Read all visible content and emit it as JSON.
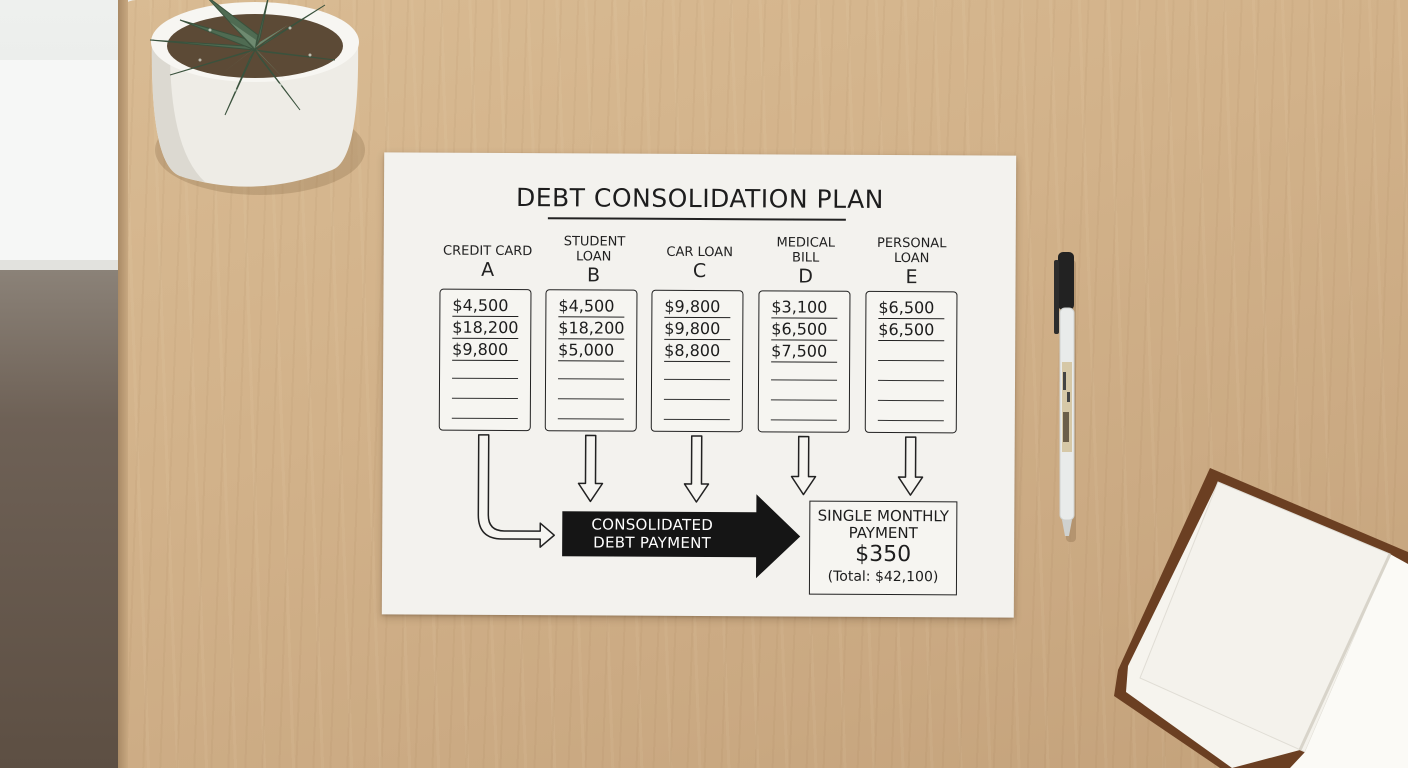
{
  "title": "DEBT CONSOLIDATION PLAN",
  "debts": [
    {
      "name": "CREDIT CARD",
      "letter": "A",
      "amounts": [
        "$4,500",
        "$18,200",
        "$9,800"
      ]
    },
    {
      "name": "STUDENT LOAN",
      "letter": "B",
      "amounts": [
        "$4,500",
        "$18,200",
        "$5,000"
      ]
    },
    {
      "name": "CAR LOAN",
      "letter": "C",
      "amounts": [
        "$9,800",
        "$9,800",
        "$8,800"
      ]
    },
    {
      "name": "MEDICAL BILL",
      "letter": "D",
      "amounts": [
        "$3,100",
        "$6,500",
        "$7,500"
      ]
    },
    {
      "name": "PERSONAL LOAN",
      "letter": "E",
      "amounts": [
        "$6,500",
        "$6,500"
      ]
    }
  ],
  "consolidated": {
    "line1": "CONSOLIDATED",
    "line2": "DEBT PAYMENT"
  },
  "result": {
    "label_line1": "SINGLE MONTHLY",
    "label_line2": "PAYMENT",
    "amount": "$350",
    "total": "(Total: $42,100)"
  },
  "colors": {
    "ink": "#1d1d1d",
    "paper": "#f3f2ee",
    "desk": "#d2b28a"
  },
  "icons": [
    "succulent-plant",
    "pen",
    "notebook"
  ]
}
